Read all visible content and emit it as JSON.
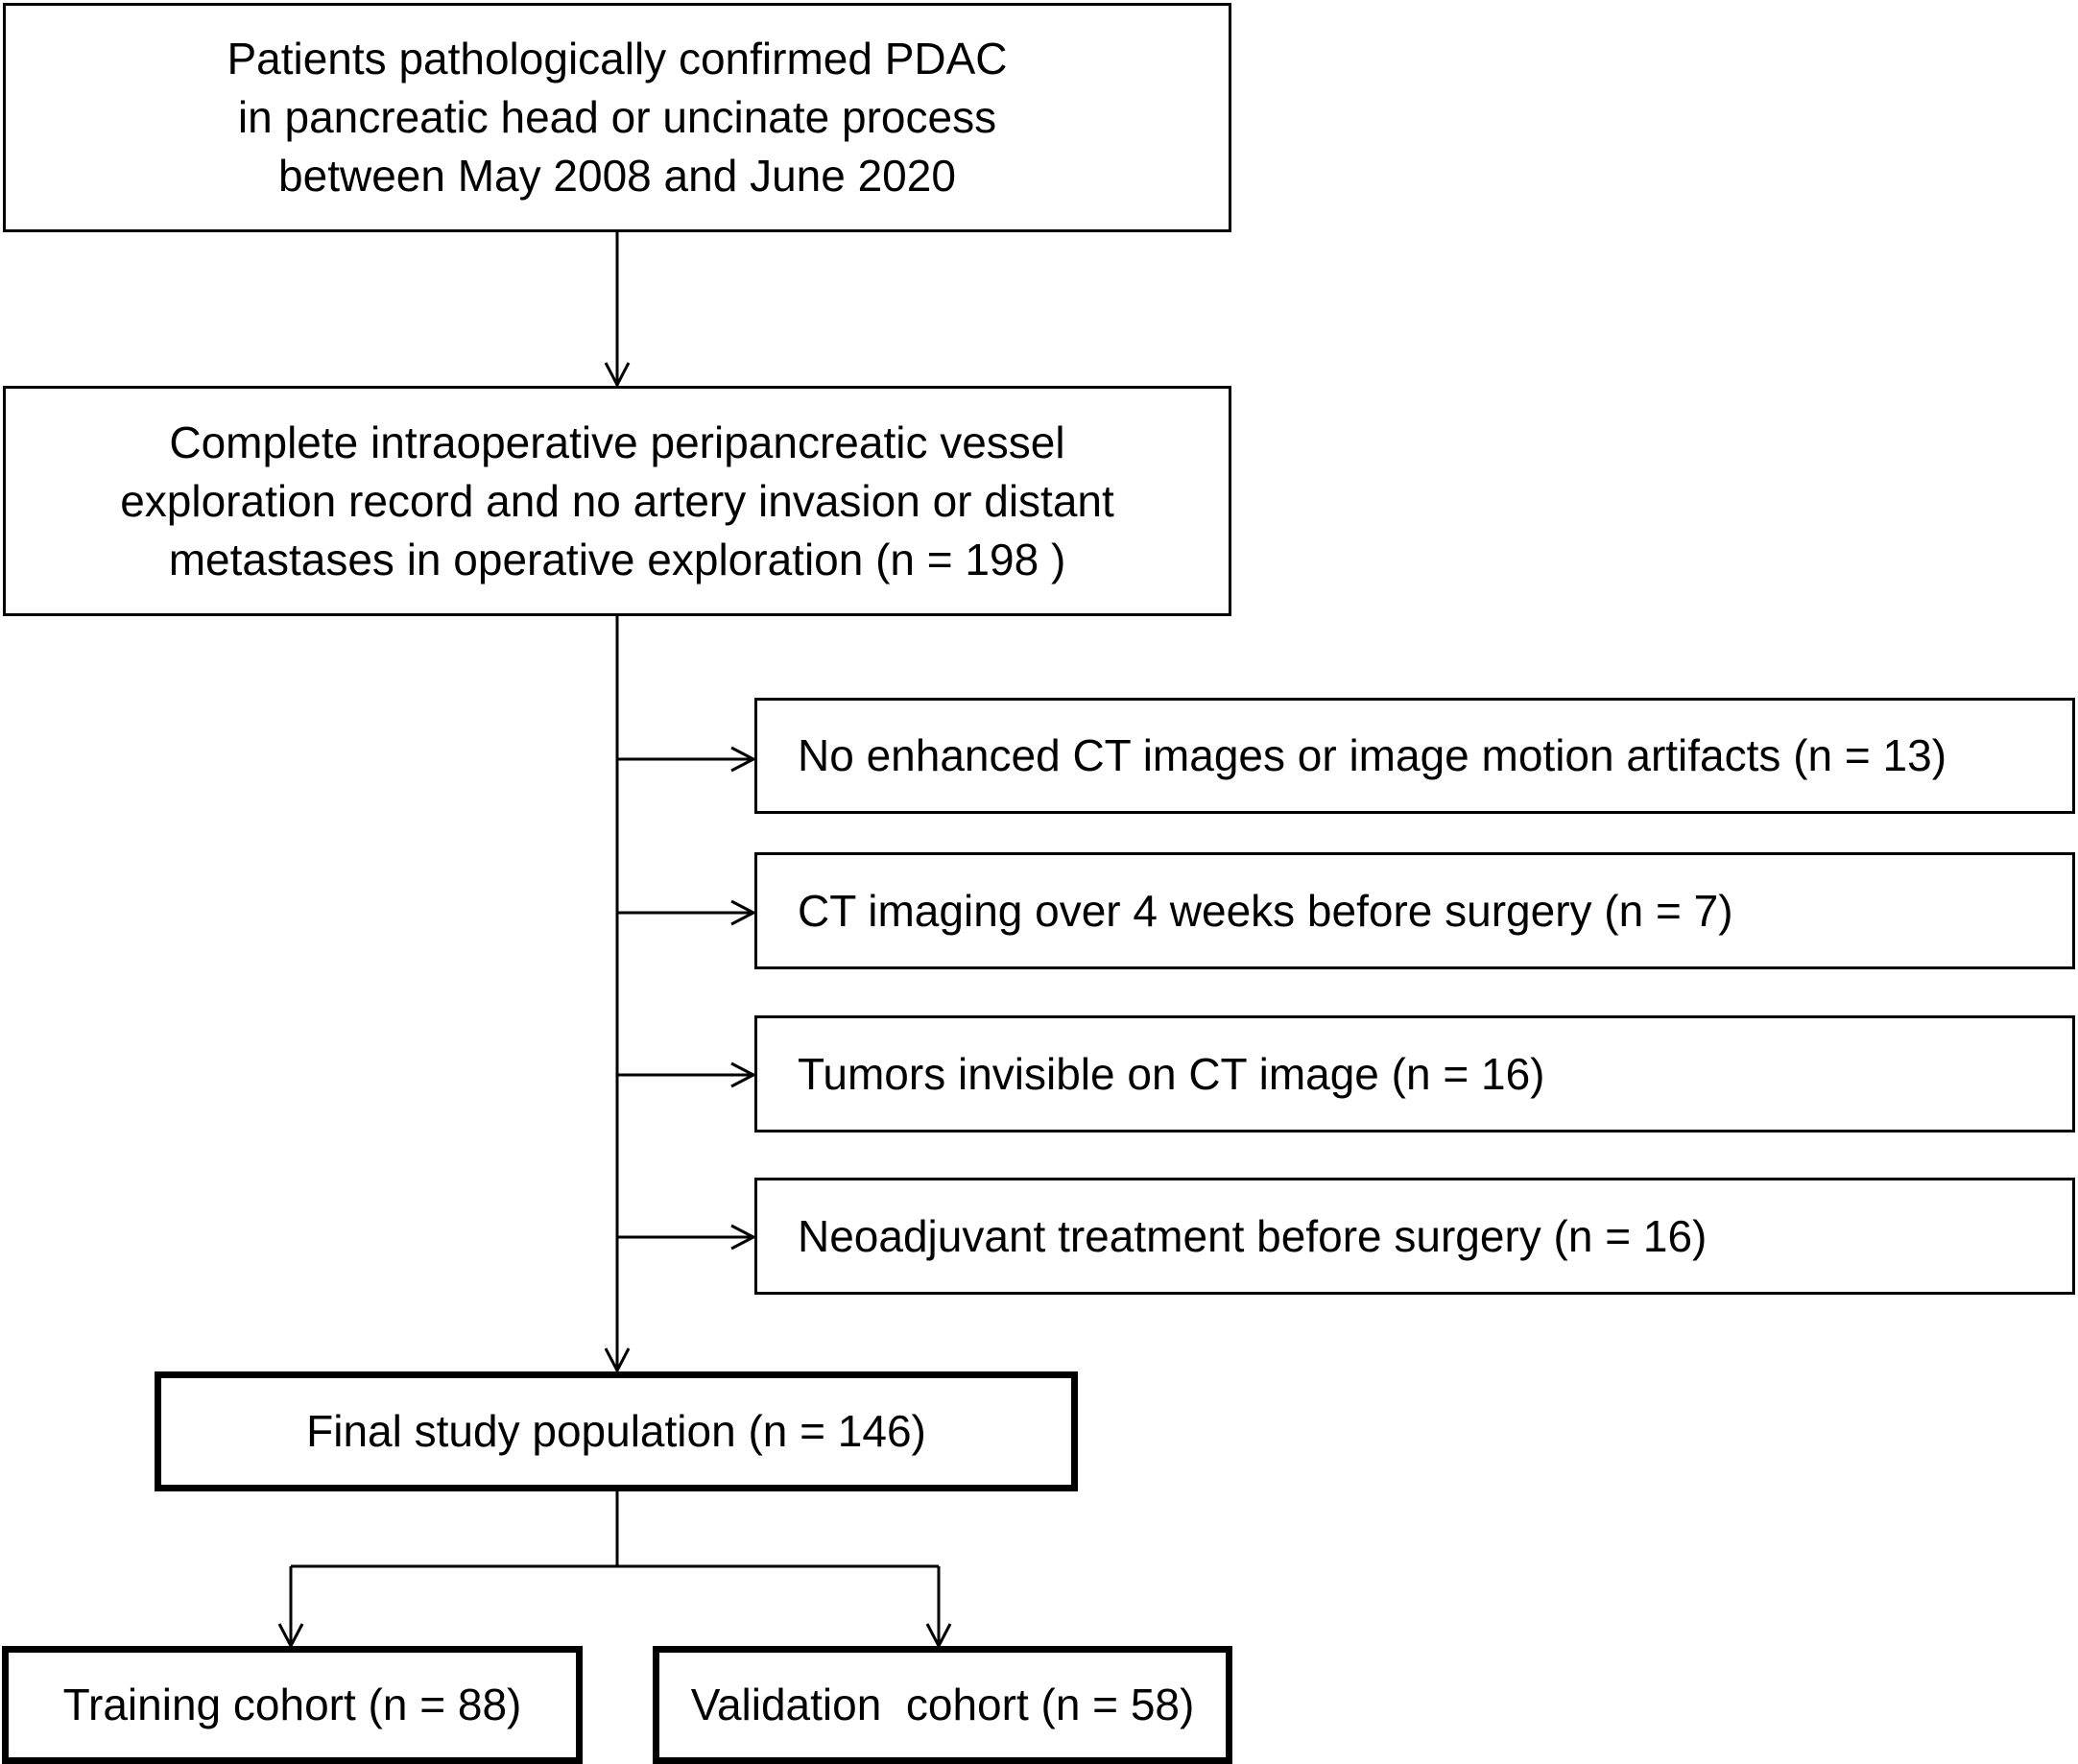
{
  "diagram": {
    "top_box": {
      "lines": [
        "Patients pathologically confirmed PDAC",
        "in pancreatic head or uncinate process",
        "between May 2008 and June 2020"
      ]
    },
    "eligible_box": {
      "lines": [
        "Complete intraoperative peripancreatic vessel",
        "exploration record and no artery invasion or distant",
        "metastases in operative exploration (n = 198 )"
      ]
    },
    "exclusions": [
      "No enhanced CT images or image motion artifacts (n = 13)",
      "CT imaging over 4 weeks before surgery (n = 7)",
      "Tumors invisible on CT image (n = 16)",
      "Neoadjuvant treatment before surgery (n = 16)"
    ],
    "final_box": "Final study population (n = 146)",
    "training_box": "Training cohort (n = 88)",
    "validation_box": "Validation  cohort (n = 58)"
  }
}
